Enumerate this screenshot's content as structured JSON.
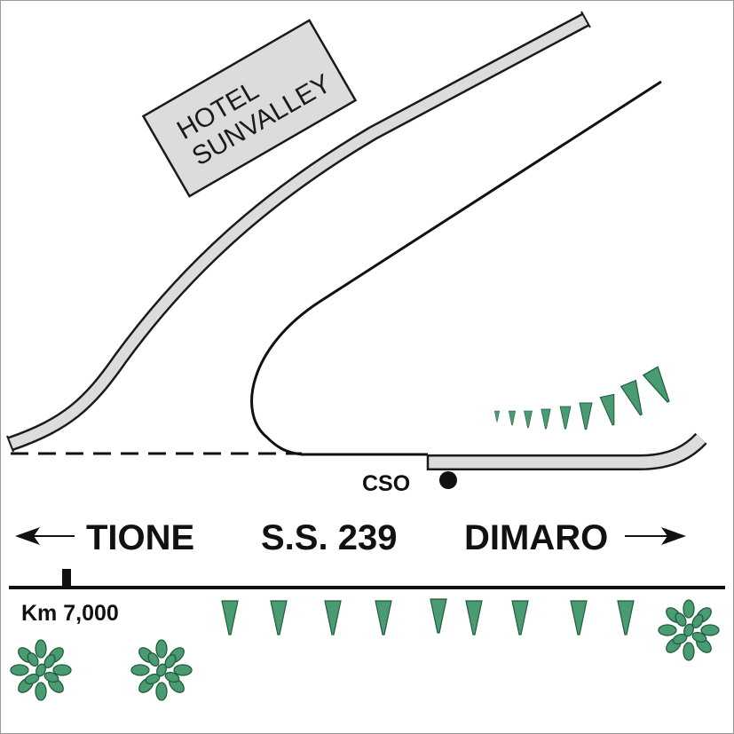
{
  "hotel": {
    "line1": "HOTEL",
    "line2": "SUNVALLEY"
  },
  "junction": {
    "label": "CSO"
  },
  "direction": {
    "west": "TIONE",
    "road": "S.S. 239",
    "east": "DIMARO"
  },
  "kilometer": {
    "label": "Km 7,000"
  },
  "colors": {
    "road_fill": "#dcdcdc",
    "road_outline": "#1a1a1a",
    "hotel_fill": "#dcdcdc",
    "tree": "#4a9a72",
    "tree_dark": "#1f5e3c"
  },
  "icons": {
    "arrow_west": "arrow-left-icon",
    "arrow_east": "arrow-right-icon",
    "tree": "tree-icon",
    "bush": "bush-icon",
    "junction": "junction-dot-icon"
  }
}
